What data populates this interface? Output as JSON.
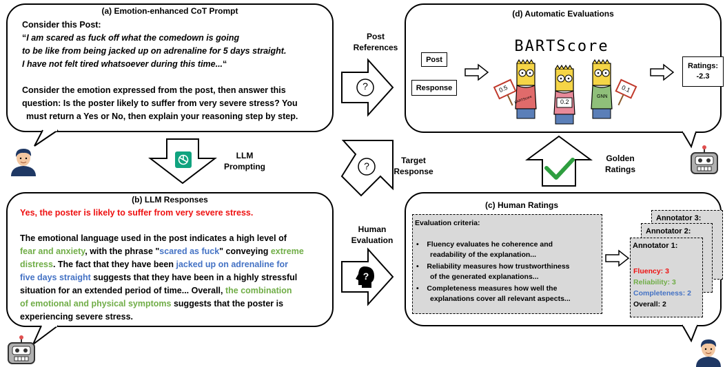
{
  "panel_a": {
    "title": "(a) Emotion-enhanced CoT Prompt",
    "intro": "Consider this Post:",
    "quote_open": "“",
    "quote_lines": [
      "I am scared as fuck off what the comedown is going",
      "to be like from being jacked up on adrenaline for 5 days straight.",
      "I have not felt tired whatsoever during this time..."
    ],
    "quote_close": "“",
    "question_lines": [
      "Consider the emotion expressed from the post, then answer this",
      "question: Is the poster likely to suffer from very severe stress? You",
      "must return a Yes or No, then explain your reasoning step by step."
    ]
  },
  "panel_b": {
    "title": "(b) LLM Responses",
    "answer": "Yes, the poster is likely to suffer from very severe stress.",
    "lines": [
      [
        {
          "t": "The emotional language used in the post indicates a high level of",
          "c": ""
        }
      ],
      [
        {
          "t": "fear and anxiety",
          "c": "green"
        },
        {
          "t": ", with the phrase \"",
          "c": ""
        },
        {
          "t": "scared as fuck",
          "c": "blue"
        },
        {
          "t": "\" conveying ",
          "c": ""
        },
        {
          "t": "extreme",
          "c": "green"
        }
      ],
      [
        {
          "t": "distress",
          "c": "green"
        },
        {
          "t": ". The fact that they have been ",
          "c": ""
        },
        {
          "t": "jacked up on adrenaline for",
          "c": "blue"
        }
      ],
      [
        {
          "t": "five days straight",
          "c": "blue"
        },
        {
          "t": " suggests that they have been in a highly stressful",
          "c": ""
        }
      ],
      [
        {
          "t": "situation for an extended period of time... Overall, ",
          "c": ""
        },
        {
          "t": "the combination",
          "c": "green"
        }
      ],
      [
        {
          "t": "of emotional and physical symptoms",
          "c": "green"
        },
        {
          "t": " suggests that the poster is",
          "c": ""
        }
      ],
      [
        {
          "t": "experiencing severe stress.",
          "c": ""
        }
      ]
    ]
  },
  "panel_c": {
    "title": "(c) Human Ratings",
    "criteria_title": "Evaluation criteria:",
    "criteria": [
      [
        "Fluency evaluates he coherence and",
        "readability of the explanation..."
      ],
      [
        "Reliability measures how trustworthiness",
        "of the generated explanations..."
      ],
      [
        "Completeness measures how well the",
        "explanations cover all relevant aspects..."
      ]
    ],
    "annotators": [
      "Annotator 3:",
      "Annotator 2:",
      "Annotator 1:"
    ],
    "ratings": [
      {
        "t": "Fluency: 3",
        "c": "red"
      },
      {
        "t": "Reliability: 3",
        "c": "green"
      },
      {
        "t": "Completeness: 2",
        "c": "blue"
      },
      {
        "t": "Overall: 2",
        "c": ""
      }
    ]
  },
  "panel_d": {
    "title": "(d) Automatic Evaluations",
    "post_label": "Post",
    "response_label": "Response",
    "metric": "BARTScore",
    "ratings_label": "Ratings:",
    "ratings_value": "-2.3",
    "signs": [
      "0.5",
      "0.2",
      "0.1"
    ],
    "shirt_labels": [
      "BARTScore",
      "GNN"
    ]
  },
  "arrows": {
    "post_references": [
      "Post",
      "References"
    ],
    "llm_prompting": [
      "LLM",
      "Prompting"
    ],
    "target_response": [
      "Target",
      "Response"
    ],
    "human_evaluation": [
      "Human",
      "Evaluation"
    ],
    "golden_ratings": [
      "Golden",
      "Ratings"
    ],
    "question_mark": "?"
  },
  "colors": {
    "red": "#ee1111",
    "green": "#70ad47",
    "blue": "#4472c4",
    "box_gray": "#d9d9d9",
    "check_green": "#2e9e3f",
    "openai_teal": "#10a37f"
  }
}
